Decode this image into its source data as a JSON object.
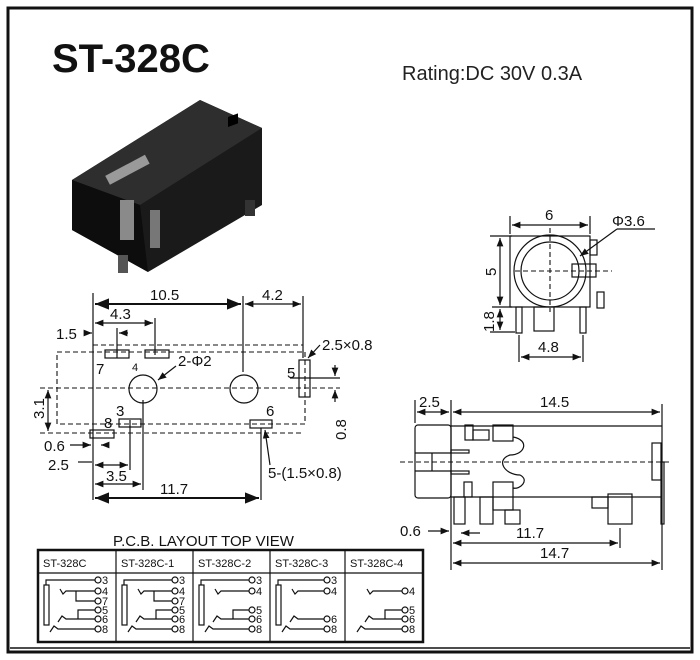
{
  "title": "ST-328C",
  "rating": "Rating:DC 30V 0.3A",
  "pcb_layout": {
    "labels": {
      "dim_10_5": "10.5",
      "dim_4_2": "4.2",
      "dim_4_3": "4.3",
      "dim_1_5": "1.5",
      "holes": "2-Φ2",
      "pad_large": "2.5×0.8",
      "dim_3_1": "3.1",
      "dim_0_8": "0.8",
      "dim_0_6": "0.6",
      "dim_2_5": "2.5",
      "dim_3_5": "3.5",
      "dim_11_7": "11.7",
      "pads_small": "5-(1.5×0.8)",
      "pin_7": "7",
      "pin_4": "4",
      "pin_5": "5",
      "pin_3": "3",
      "pin_8": "8",
      "pin_6": "6"
    }
  },
  "front_view": {
    "dim_width": "6",
    "dim_diameter": "Φ3.6",
    "dim_height": "5",
    "dim_pin": "1.8",
    "dim_pin_span": "4.8"
  },
  "side_view": {
    "dim_2_5": "2.5",
    "dim_14_5": "14.5",
    "dim_0_6": "0.6",
    "dim_11_7": "11.7",
    "dim_14_7": "14.7"
  },
  "pcb_table": {
    "title": "P.C.B. LAYOUT TOP VIEW",
    "columns": [
      {
        "model": "ST-328C",
        "pins": [
          "3",
          "4",
          "7",
          "5",
          "6",
          "8"
        ]
      },
      {
        "model": "ST-328C-1",
        "pins": [
          "3",
          "4",
          "7",
          "5",
          "6",
          "8"
        ]
      },
      {
        "model": "ST-328C-2",
        "pins": [
          "3",
          "4",
          "5",
          "6",
          "8"
        ]
      },
      {
        "model": "ST-328C-3",
        "pins": [
          "3",
          "4",
          "6",
          "8"
        ]
      },
      {
        "model": "ST-328C-4",
        "pins": [
          "4",
          "5",
          "6",
          "8"
        ]
      }
    ]
  }
}
